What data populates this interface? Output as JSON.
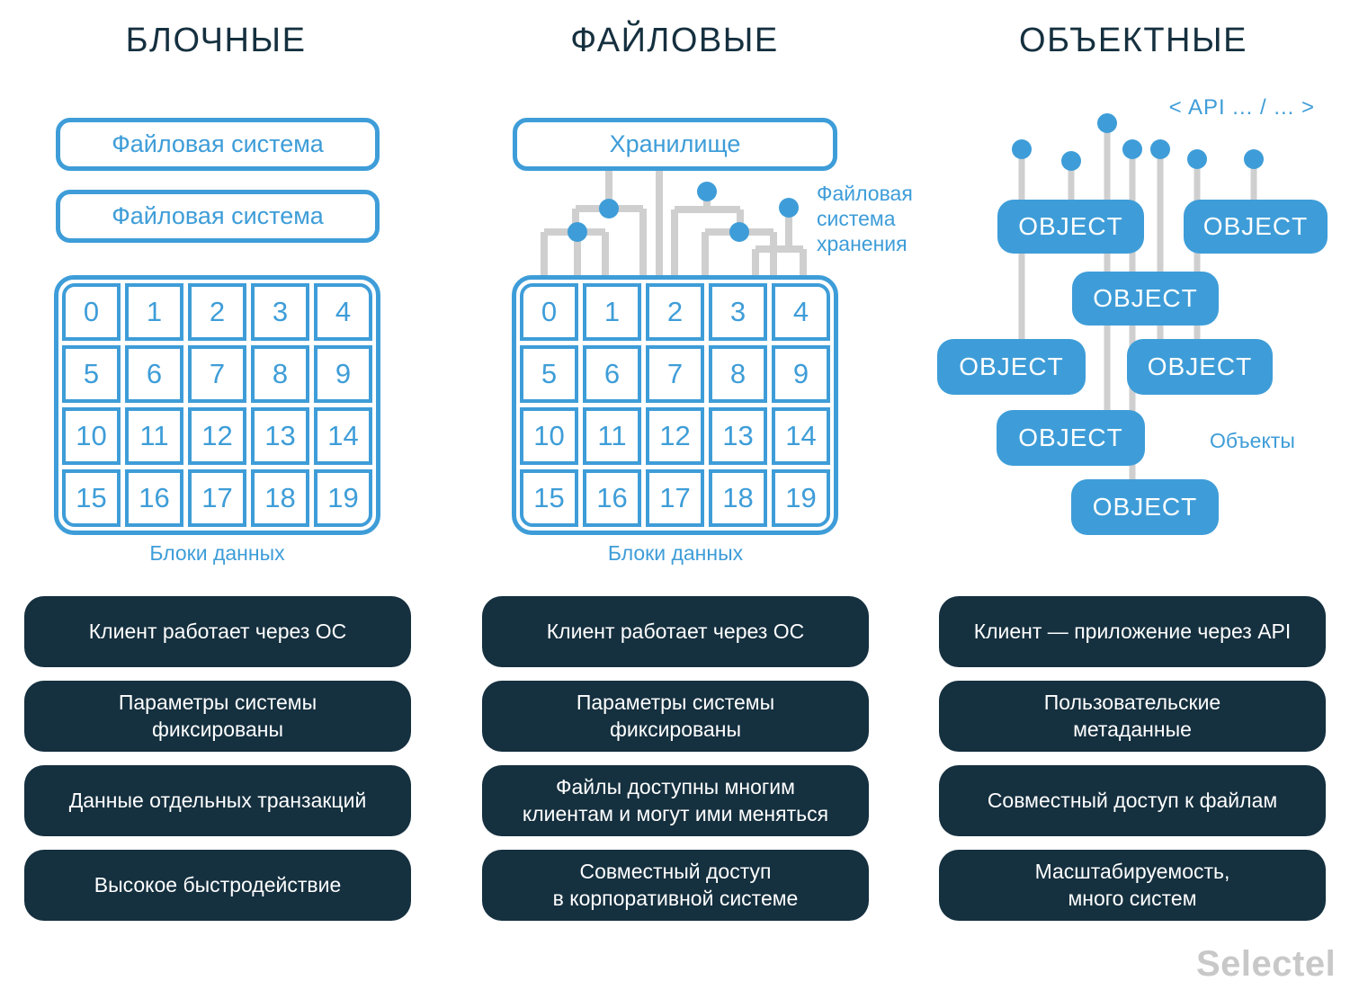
{
  "colors": {
    "accent_blue": "#3e9dd8",
    "dark_navy": "#15303f",
    "connector_gray": "#cfcfcf",
    "logo_gray": "#c8c8c8",
    "background": "#ffffff"
  },
  "block_column": {
    "title": "БЛОЧНЫЕ",
    "filesystem_boxes": [
      "Файловая система",
      "Файловая система"
    ],
    "grid_caption": "Блоки данных",
    "features": [
      "Клиент работает через ОС",
      "Параметры системы\nфиксированы",
      "Данные отдельных транзакций",
      "Высокое быстродействие"
    ]
  },
  "file_column": {
    "title": "ФАЙЛОВЫЕ",
    "storage_box": "Хранилище",
    "storage_fs_label": "Файловая\nсистема\nхранения",
    "grid_caption": "Блоки данных",
    "features": [
      "Клиент работает через ОС",
      "Параметры системы\nфиксированы",
      "Файлы доступны многим\nклиентам и могут ими меняться",
      "Совместный доступ\nв корпоративной системе"
    ]
  },
  "object_column": {
    "title": "ОБЪЕКТНЫЕ",
    "api_label": "< API ... / ... >",
    "object_boxes": [
      "OBJECT",
      "OBJECT",
      "OBJECT",
      "OBJECT",
      "OBJECT",
      "OBJECT",
      "OBJECT"
    ],
    "objects_label": "Объекты",
    "features": [
      "Клиент — приложение через API",
      "Пользовательские\nметаданные",
      "Совместный доступ к файлам",
      "Масштабируемость,\nмного систем"
    ]
  },
  "data_block_numbers": [
    "0",
    "1",
    "2",
    "3",
    "4",
    "5",
    "6",
    "7",
    "8",
    "9",
    "10",
    "11",
    "12",
    "13",
    "14",
    "15",
    "16",
    "17",
    "18",
    "19"
  ],
  "logo_text": "Selectel"
}
